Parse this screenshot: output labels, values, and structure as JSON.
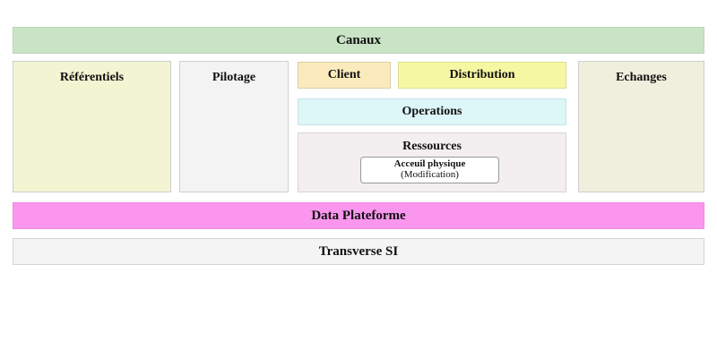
{
  "diagram": {
    "title_band": {
      "label": "Canaux",
      "color": "#c9e3c5"
    },
    "columns": [
      {
        "name": "referentiels",
        "label": "Référentiels",
        "color": "#f3f4d2"
      },
      {
        "name": "pilotage",
        "label": "Pilotage",
        "color": "#f3f3f3"
      },
      {
        "name": "echanges",
        "label": "Echanges",
        "color": "#f0eedd"
      }
    ],
    "center_stack": {
      "row_top": [
        {
          "name": "client",
          "label": "Client",
          "color": "#fbebbc"
        },
        {
          "name": "distribution",
          "label": "Distribution",
          "color": "#f6f7a2"
        }
      ],
      "operations": {
        "label": "Operations",
        "color": "#ddf6f8"
      },
      "ressources": {
        "label": "Ressources",
        "color": "#f3eeef",
        "card": {
          "primary": "Acceuil physique",
          "secondary": "(Modification)",
          "color": "#ffffff"
        }
      }
    },
    "bottom_bands": [
      {
        "name": "data-plateforme",
        "label": "Data Plateforme",
        "color": "#fb96ef"
      },
      {
        "name": "transverse-si",
        "label": "Transverse SI",
        "color": "#f4f4f4"
      }
    ]
  }
}
